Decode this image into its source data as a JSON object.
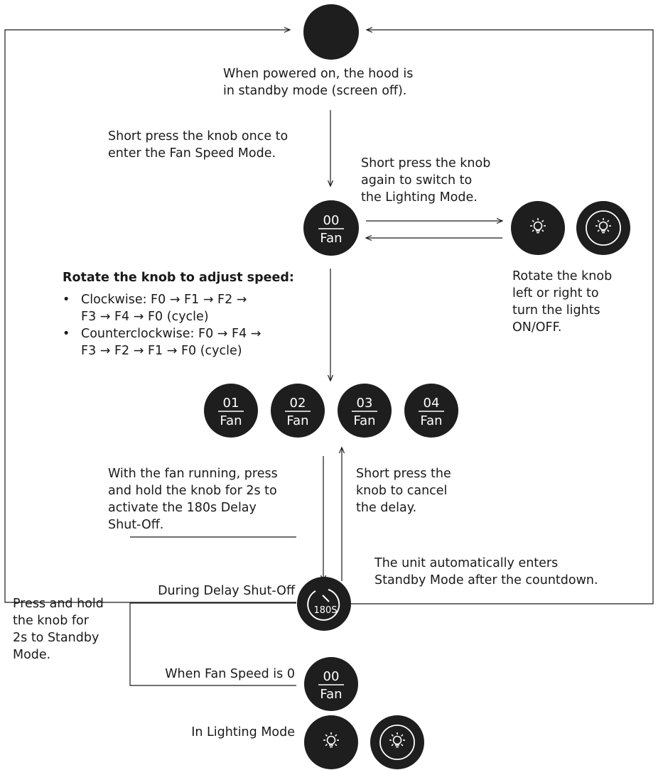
{
  "standby_text": [
    "When powered on, the hood is",
    "in standby mode (screen off)."
  ],
  "short_press_once": [
    "Short press the knob once to",
    "enter the Fan Speed Mode."
  ],
  "short_press_again": [
    "Short press the knob",
    "again to switch to",
    "the Lighting Mode."
  ],
  "lights_rotate": [
    "Rotate the knob",
    "left or right to",
    "turn the lights",
    "ON/OFF."
  ],
  "rotate_title": "Rotate the knob to adjust speed:",
  "rotate_items": [
    [
      "Clockwise: F0 → F1 → F2 →",
      "F3 → F4 → F0 (cycle)"
    ],
    [
      "Counterclockwise: F0 → F4 →",
      "F3 → F2 → F1 → F0 (cycle)"
    ]
  ],
  "fan_label": "Fan",
  "fan_levels": [
    "00",
    "01",
    "02",
    "03",
    "04"
  ],
  "delay_activate": [
    "With the fan running, press",
    "and hold the knob for 2s to",
    "activate the 180s Delay",
    "Shut-Off."
  ],
  "cancel_delay": [
    "Short press the",
    "knob to cancel",
    "the delay."
  ],
  "auto_standby": [
    "The unit automatically enters",
    "Standby Mode after the countdown."
  ],
  "timer_label": "180S",
  "hold_standby": [
    "Press and hold",
    "the knob for",
    "2s to Standby",
    "Mode."
  ],
  "during_delay": "During Delay Shut-Off",
  "fan_speed_zero": "When Fan Speed is 0",
  "in_lighting": "In Lighting Mode",
  "colors": {
    "knob": "#1e1e1e",
    "line": "#1a1a1a",
    "background": "#ffffff"
  }
}
